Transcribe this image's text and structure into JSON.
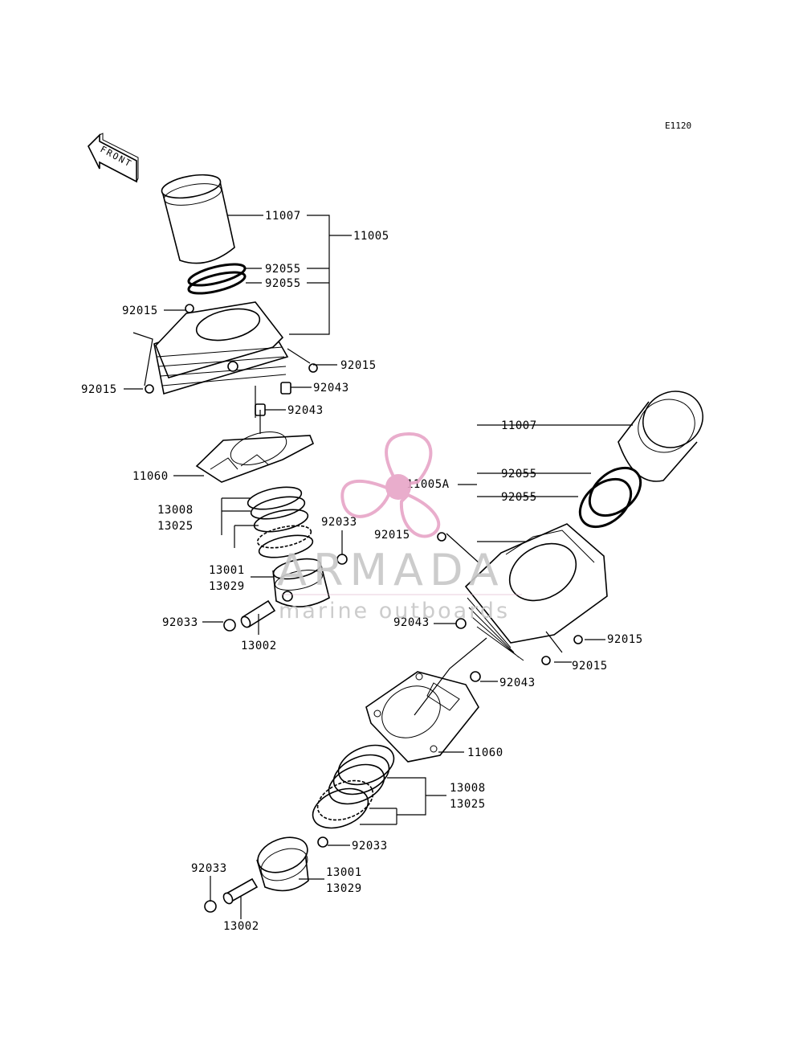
{
  "diagram_ref": "E1120",
  "front_arrow_label": "FRONT",
  "watermark": {
    "brand": "ARMADA",
    "tagline": "marine outboards",
    "logo_color": "#e7a5c7"
  },
  "labels": {
    "u_11007": "11007",
    "u_11005": "11005",
    "u_92055a": "92055",
    "u_92055b": "92055",
    "u_92015a": "92015",
    "u_92015b": "92015",
    "u_92015c": "92015",
    "u_92043a": "92043",
    "u_92043b": "92043",
    "u_11060": "11060",
    "u_13008": "13008",
    "u_13025": "13025",
    "u_92033a": "92033",
    "u_13001": "13001",
    "u_13029": "13029",
    "u_92033b": "92033",
    "u_13002": "13002",
    "l_11007": "11007",
    "l_92055a": "92055",
    "l_11005a": "11005A",
    "l_92055b": "92055",
    "l_92015a": "92015",
    "l_92043a": "92043",
    "l_92015b": "92015",
    "l_92015c": "92015",
    "l_92043b": "92043",
    "l_11060": "11060",
    "l_13008": "13008",
    "l_13025": "13025",
    "l_92033a": "92033",
    "l_92033b": "92033",
    "l_13001": "13001",
    "l_13029": "13029",
    "l_13002": "13002"
  }
}
